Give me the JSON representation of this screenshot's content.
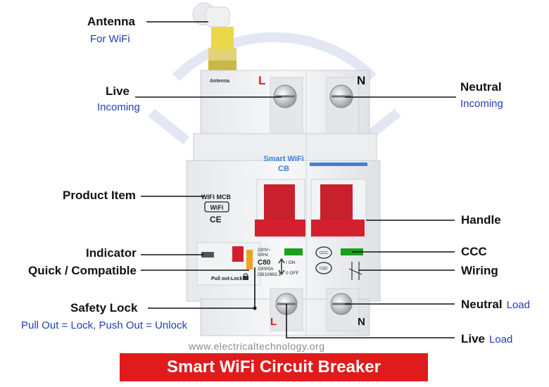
{
  "labels": {
    "antenna": "Antenna",
    "antenna_sub": "For WiFi",
    "live": "Live",
    "live_sub": "Incoming",
    "neutral": "Neutral",
    "neutral_sub": "Incoming",
    "product_item": "Product Item",
    "handle": "Handle",
    "indicator": "Indicator",
    "quick": "Quick / Compatible",
    "ccc": "CCC",
    "wiring": "Wiring",
    "safety_lock": "Safety Lock",
    "safety_sub": "Pull Out = Lock, Push Out = Unlock",
    "neutral_load": "Neutral",
    "neutral_load_sub": "Load",
    "live_load": "Live",
    "live_load_sub": "Load"
  },
  "device": {
    "antenna_text": "Antenna",
    "terminal_l": "L",
    "terminal_n": "N",
    "brand_line1": "Smart WiFi",
    "brand_line2": "CB",
    "wifi_mcb": "WIFI MCB",
    "wifi_badge": "WiFi",
    "ce_mark": "CE",
    "rating_1": "230V~",
    "rating_2": "50Hz",
    "rating_3": "C80",
    "rating_4": "10000A",
    "rating_5": "GB10963.1",
    "on_label": "I ON",
    "off_label": "0 OFF",
    "pull_lock": "Pull out-Lock",
    "ccc_mark": "CCC",
    "cqc_mark": "CQC"
  },
  "footer": {
    "watermark": "www.electricaltechnology.org",
    "banner": "Smart WiFi Circuit Breaker"
  },
  "colors": {
    "accent_red": "#e01b1b",
    "label_blue": "#1f3fb0",
    "indicator_green": "#1aa01a",
    "handle_red": "#d41f2e"
  }
}
